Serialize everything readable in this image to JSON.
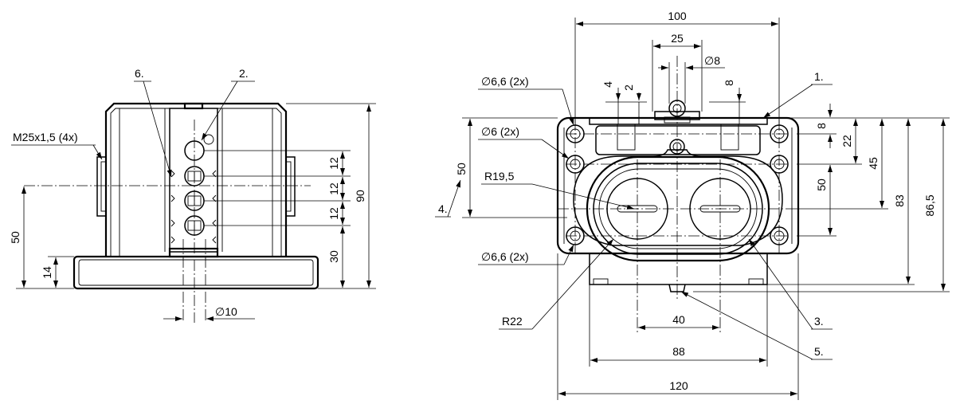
{
  "left_view": {
    "callouts": {
      "item_6": "6.",
      "item_2": "2.",
      "thread": "M25x1,5 (4x)"
    },
    "dims": {
      "d12a": "12",
      "d12b": "12",
      "d12c": "12",
      "d90": "90",
      "d30": "30",
      "d50": "50",
      "d14": "14",
      "dia10": "∅10"
    }
  },
  "right_view": {
    "callouts": {
      "item_1": "1.",
      "item_3": "3.",
      "item_4": "4.",
      "item_5": "5.",
      "hole_top": "∅6,6 (2x)",
      "hole_mid": "∅6 (2x)",
      "hole_bottom": "∅6,6 (2x)",
      "r19": "R19,5",
      "r22": "R22"
    },
    "dims": {
      "d100": "100",
      "d25": "25",
      "dia8": "∅8",
      "d4": "4",
      "d2": "2",
      "d8_top": "8",
      "d8_side": "8",
      "d22": "22",
      "d45": "45",
      "d50_in": "50",
      "d83": "83",
      "d86_5": "86,5",
      "d50_out": "50",
      "d40": "40",
      "d88": "88",
      "d120": "120"
    }
  }
}
